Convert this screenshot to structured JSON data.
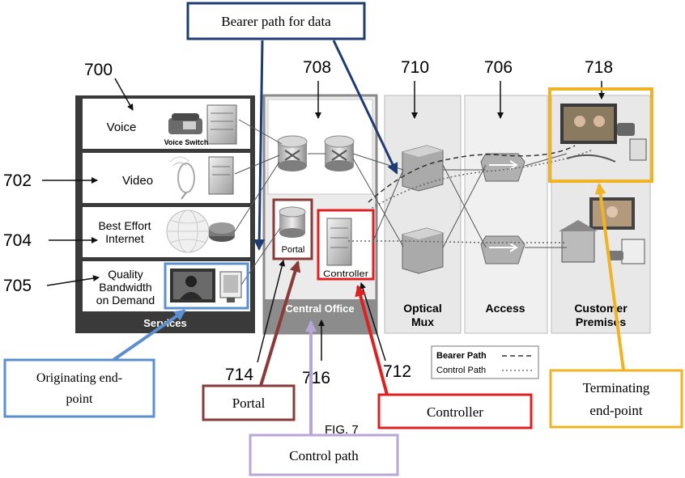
{
  "callouts": {
    "bearer_path": "Bearer path for data",
    "originating": [
      "Originating end-",
      "point"
    ],
    "portal": "Portal",
    "control_path": "Control path",
    "controller": "Controller",
    "terminating": [
      "Terminating",
      "end-point"
    ]
  },
  "refs": {
    "r700": "700",
    "r702": "702",
    "r704": "704",
    "r705": "705",
    "r708": "708",
    "r710": "710",
    "r706": "706",
    "r718": "718",
    "r714": "714",
    "r716": "716",
    "r712": "712"
  },
  "services": {
    "voice": "Voice",
    "voice_switch": "Voice Switch",
    "video": "Video",
    "best_effort": [
      "Best Effort",
      "Internet"
    ],
    "quality": [
      "Quality",
      "Bandwidth",
      "on Demand"
    ],
    "footer": "Services"
  },
  "central_office": {
    "portal": "Portal",
    "controller": "Controller",
    "footer": "Central Office"
  },
  "columns": {
    "optical": [
      "Optical",
      "Mux"
    ],
    "access": "Access",
    "customer": [
      "Customer",
      "Premises"
    ]
  },
  "legend": {
    "bearer": "Bearer Path",
    "control": "Control Path"
  },
  "figure_caption": "FIG. 7",
  "colors": {
    "bearer_callout": "#1f3b73",
    "originating_callout": "#5b8fd0",
    "portal_callout": "#8b3a3a",
    "control_callout": "#b8a7d6",
    "controller_callout": "#e02020",
    "terminating_callout": "#f0b323"
  }
}
